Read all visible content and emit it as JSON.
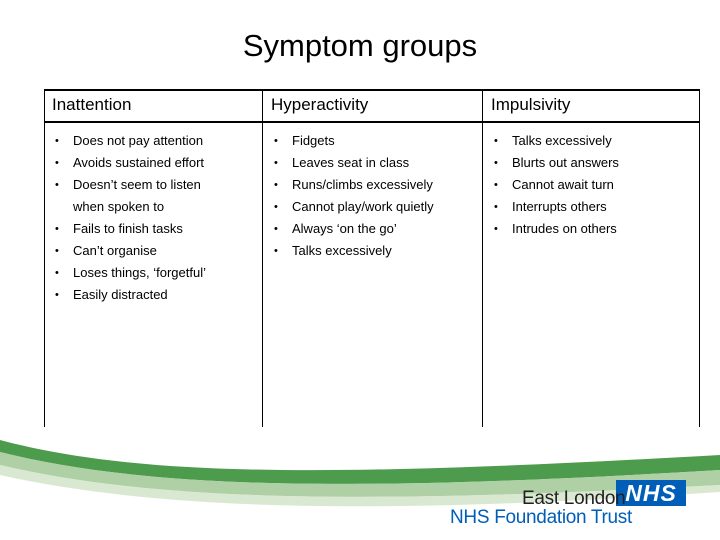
{
  "slide": {
    "title": "Symptom groups"
  },
  "columns": [
    {
      "heading": "Inattention",
      "items": [
        {
          "bullet": "•",
          "text": "Does not pay attention"
        },
        {
          "bullet": "•",
          "text": "Avoids sustained effort"
        },
        {
          "bullet": "•",
          "text": "Doesn’t seem to listen"
        },
        {
          "bullet": "",
          "text": "when spoken to"
        },
        {
          "bullet": "•",
          "text": "Fails to finish tasks"
        },
        {
          "bullet": "•",
          "text": "Can’t organise"
        },
        {
          "bullet": "•",
          "text": "Loses things, ‘forgetful’"
        },
        {
          "bullet": "•",
          "text": "Easily distracted"
        }
      ]
    },
    {
      "heading": "Hyperactivity",
      "items": [
        {
          "bullet": "•",
          "text": "Fidgets"
        },
        {
          "bullet": "•",
          "text": "Leaves seat in class"
        },
        {
          "bullet": "•",
          "text": "Runs/climbs excessively"
        },
        {
          "bullet": "•",
          "text": "Cannot play/work quietly"
        },
        {
          "bullet": "•",
          "text": "Always ‘on the go’"
        },
        {
          "bullet": "•",
          "text": "Talks excessively"
        }
      ]
    },
    {
      "heading": "Impulsivity",
      "items": [
        {
          "bullet": "•",
          "text": "Talks excessively"
        },
        {
          "bullet": "•",
          "text": "Blurts out answers"
        },
        {
          "bullet": "•",
          "text": "Cannot await turn"
        },
        {
          "bullet": "•",
          "text": "Interrupts others"
        },
        {
          "bullet": "•",
          "text": "Intrudes on others"
        }
      ]
    }
  ],
  "footer": {
    "logo_nhs": "NHS",
    "logo_line1": "East London",
    "logo_line2": "NHS Foundation Trust",
    "colors": {
      "nhs_blue": "#005eb8",
      "swoosh_green": "#2e8b2e",
      "swoosh_light": "#9bc48e"
    }
  }
}
